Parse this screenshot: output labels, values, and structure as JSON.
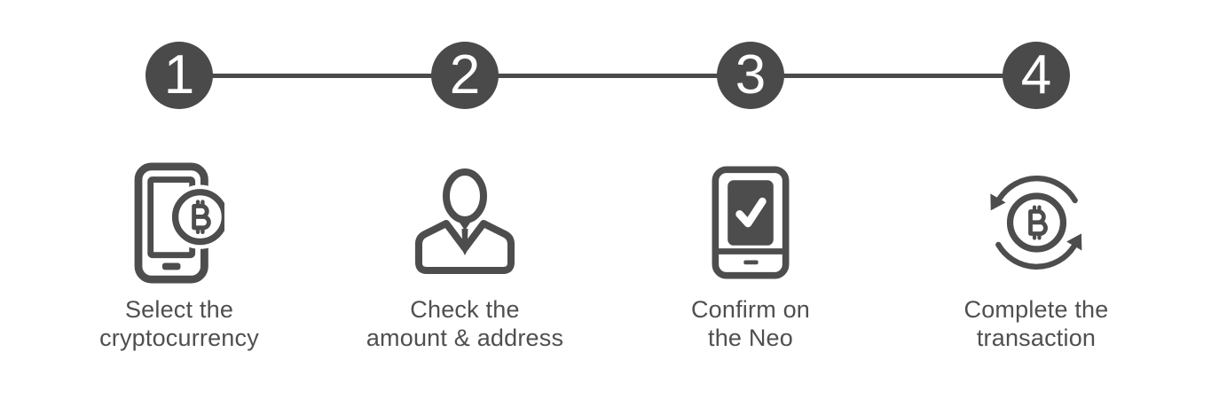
{
  "page": {
    "background": "#ffffff"
  },
  "colors": {
    "step_circle": "#4a4a4a",
    "connector": "#4a4a4a",
    "number": "#ffffff",
    "icon": "#4d4d4d",
    "label": "#4f4f4f",
    "check": "#ffffff"
  },
  "steps": [
    {
      "number": "1",
      "icon": "smartphone-bitcoin-icon",
      "label_line1": "Select the",
      "label_line2": "cryptocurrency"
    },
    {
      "number": "2",
      "icon": "businessman-icon",
      "label_line1": "Check the",
      "label_line2": "amount & address"
    },
    {
      "number": "3",
      "icon": "device-checkmark-icon",
      "label_line1": "Confirm on",
      "label_line2": "the Neo"
    },
    {
      "number": "4",
      "icon": "bitcoin-refresh-icon",
      "label_line1": "Complete the",
      "label_line2": "transaction"
    }
  ]
}
